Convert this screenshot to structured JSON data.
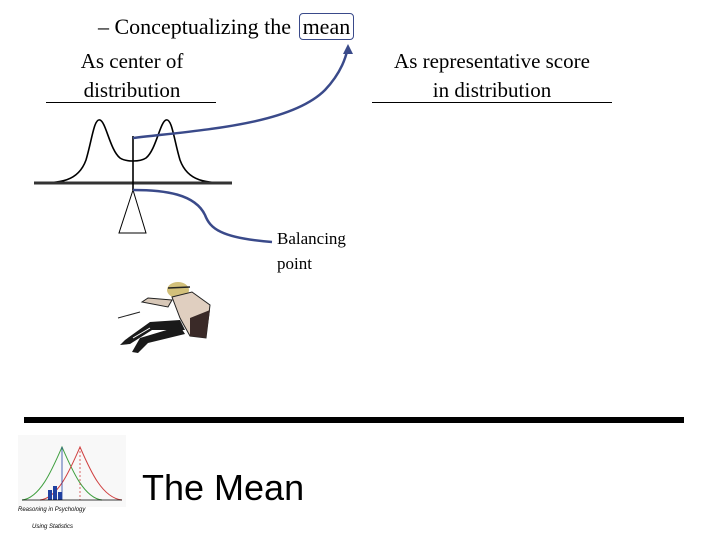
{
  "heading": {
    "dash": "–",
    "text": "Conceptualizing the",
    "boxed_word": "mean"
  },
  "left_label": {
    "line1": "As center of",
    "line2": "distribution"
  },
  "right_label": {
    "line1": "As representative score",
    "line2": "in distribution"
  },
  "balance_label": {
    "line1": "Balancing",
    "line2": "point"
  },
  "footer": {
    "title": "The Mean",
    "logo_line1": "Reasoning in Psychology",
    "logo_line2": "Using Statistics"
  },
  "colors": {
    "arrow": "#3a4a8a",
    "curve_gray": "#606060",
    "logo_red": "#d04040",
    "logo_green": "#40a040",
    "logo_blue": "#2040a0"
  },
  "icons": [
    "fulcrum-triangle",
    "person-sitting-illustration",
    "distribution-logo"
  ]
}
